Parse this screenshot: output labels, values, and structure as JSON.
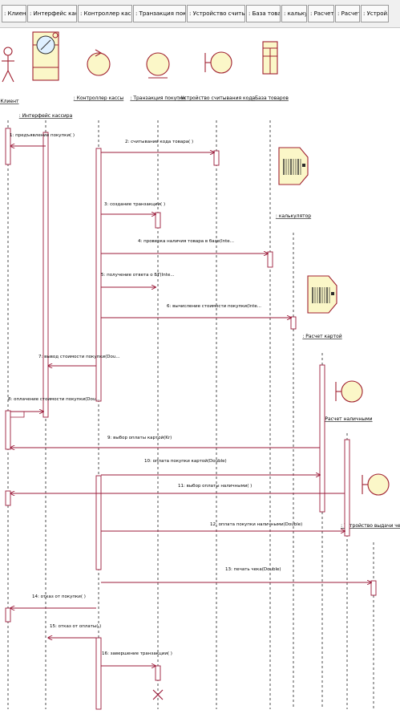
{
  "colors": {
    "message": "#9b1b3a",
    "lifeline": "#222222",
    "activation": "#9b1b3a",
    "objectFill": "#fbf7c8",
    "objectStroke": "#a02030",
    "text": "#000000"
  },
  "header": {
    "tabs": [
      ": Клиент",
      ": Интерфейс касси...",
      ": Контроллер кассы",
      ": Транзакция покупки",
      ": Устройство считывани...",
      ": База товаров",
      ": калькул...",
      ": Расчет к...",
      ": Расчет...",
      ": Устрой..."
    ]
  },
  "objects": [
    {
      "id": "client",
      "label": ": Клиент",
      "icon": "actor-icon"
    },
    {
      "id": "ui",
      "label": ": Интерфейс кассира",
      "icon": "boundary-icon"
    },
    {
      "id": "ctrl",
      "label": ": Контроллер кассы",
      "icon": "control-icon"
    },
    {
      "id": "tx",
      "label": ": Транзакция покупки",
      "icon": "entity-icon"
    },
    {
      "id": "scanner",
      "label": ": Устройство считывания кода",
      "icon": "boundary-icon"
    },
    {
      "id": "db",
      "label": ": База товаров",
      "icon": "table-icon"
    },
    {
      "id": "calc",
      "label": ": калькулятор",
      "icon": "component-icon"
    },
    {
      "id": "card",
      "label": ": Расчет картой",
      "icon": "component-icon"
    },
    {
      "id": "cash",
      "label": ": Расчет наличными",
      "icon": "boundary-icon"
    },
    {
      "id": "dispenser",
      "label": ": Устройство выдачи чека",
      "icon": "boundary-icon"
    }
  ],
  "messages": [
    {
      "label": "1: предъявление покупки( )"
    },
    {
      "label": "2: считывание кода товара( )"
    },
    {
      "label": "3: создание транзакции( )"
    },
    {
      "label": "4: проверка наличия товара в базе(Inte..."
    },
    {
      "label": "5: получение ответа о БТ(Inte..."
    },
    {
      "label": "6: вычисление стоимости покупки(Inte..."
    },
    {
      "label": "7: вывод стоимости покупки(Dou..."
    },
    {
      "label": "8: оплачение стоимости покупки(Dou..."
    },
    {
      "label": "9: выбор оплаты картой(Kr)"
    },
    {
      "label": "10: оплата покупки картой(Double)"
    },
    {
      "label": "11: выбор оплаты наличными( )"
    },
    {
      "label": "12: оплата покупки наличными(Double)"
    },
    {
      "label": "13: печать чека(Double)"
    },
    {
      "label": "14: отказ от покупки( )"
    },
    {
      "label": "15: отказ от оплаты( )"
    },
    {
      "label": "16: завершение транзакции( )"
    }
  ]
}
